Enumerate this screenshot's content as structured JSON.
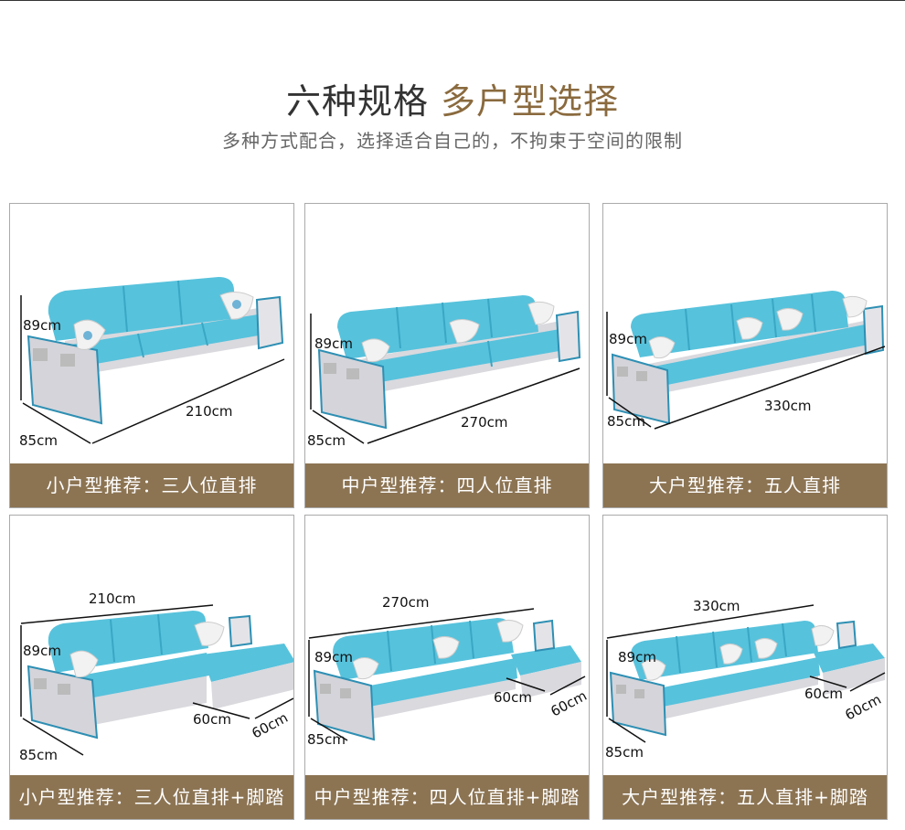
{
  "header": {
    "title_main": "六种规格",
    "title_accent": "多户型选择",
    "subtitle": "多种方式配合，选择适合自己的，不拘束于空间的限制"
  },
  "colors": {
    "accent": "#8a6a3e",
    "caption_bg": "#8c7453",
    "sofa_blue": "#57c2dc",
    "sofa_grey": "#d9d9de",
    "piping": "#2e8fb3"
  },
  "cards": [
    {
      "caption": "小户型推荐：三人位直排",
      "height": "89cm",
      "depth": "85cm",
      "length": "210cm"
    },
    {
      "caption": "中户型推荐：四人位直排",
      "height": "89cm",
      "depth": "85cm",
      "length": "270cm"
    },
    {
      "caption": "大户型推荐：五人直排",
      "height": "89cm",
      "depth": "85cm",
      "length": "330cm"
    },
    {
      "caption": "小户型推荐：三人位直排+脚踏",
      "height": "89cm",
      "depth": "85cm",
      "length": "210cm",
      "ottoman_w": "60cm",
      "ottoman_d": "60cm"
    },
    {
      "caption": "中户型推荐：四人位直排+脚踏",
      "height": "89cm",
      "depth": "85cm",
      "length": "270cm",
      "ottoman_w": "60cm",
      "ottoman_d": "60cm"
    },
    {
      "caption": "大户型推荐：五人直排+脚踏",
      "height": "89cm",
      "depth": "85cm",
      "length": "330cm",
      "ottoman_w": "60cm",
      "ottoman_d": "60cm"
    }
  ]
}
